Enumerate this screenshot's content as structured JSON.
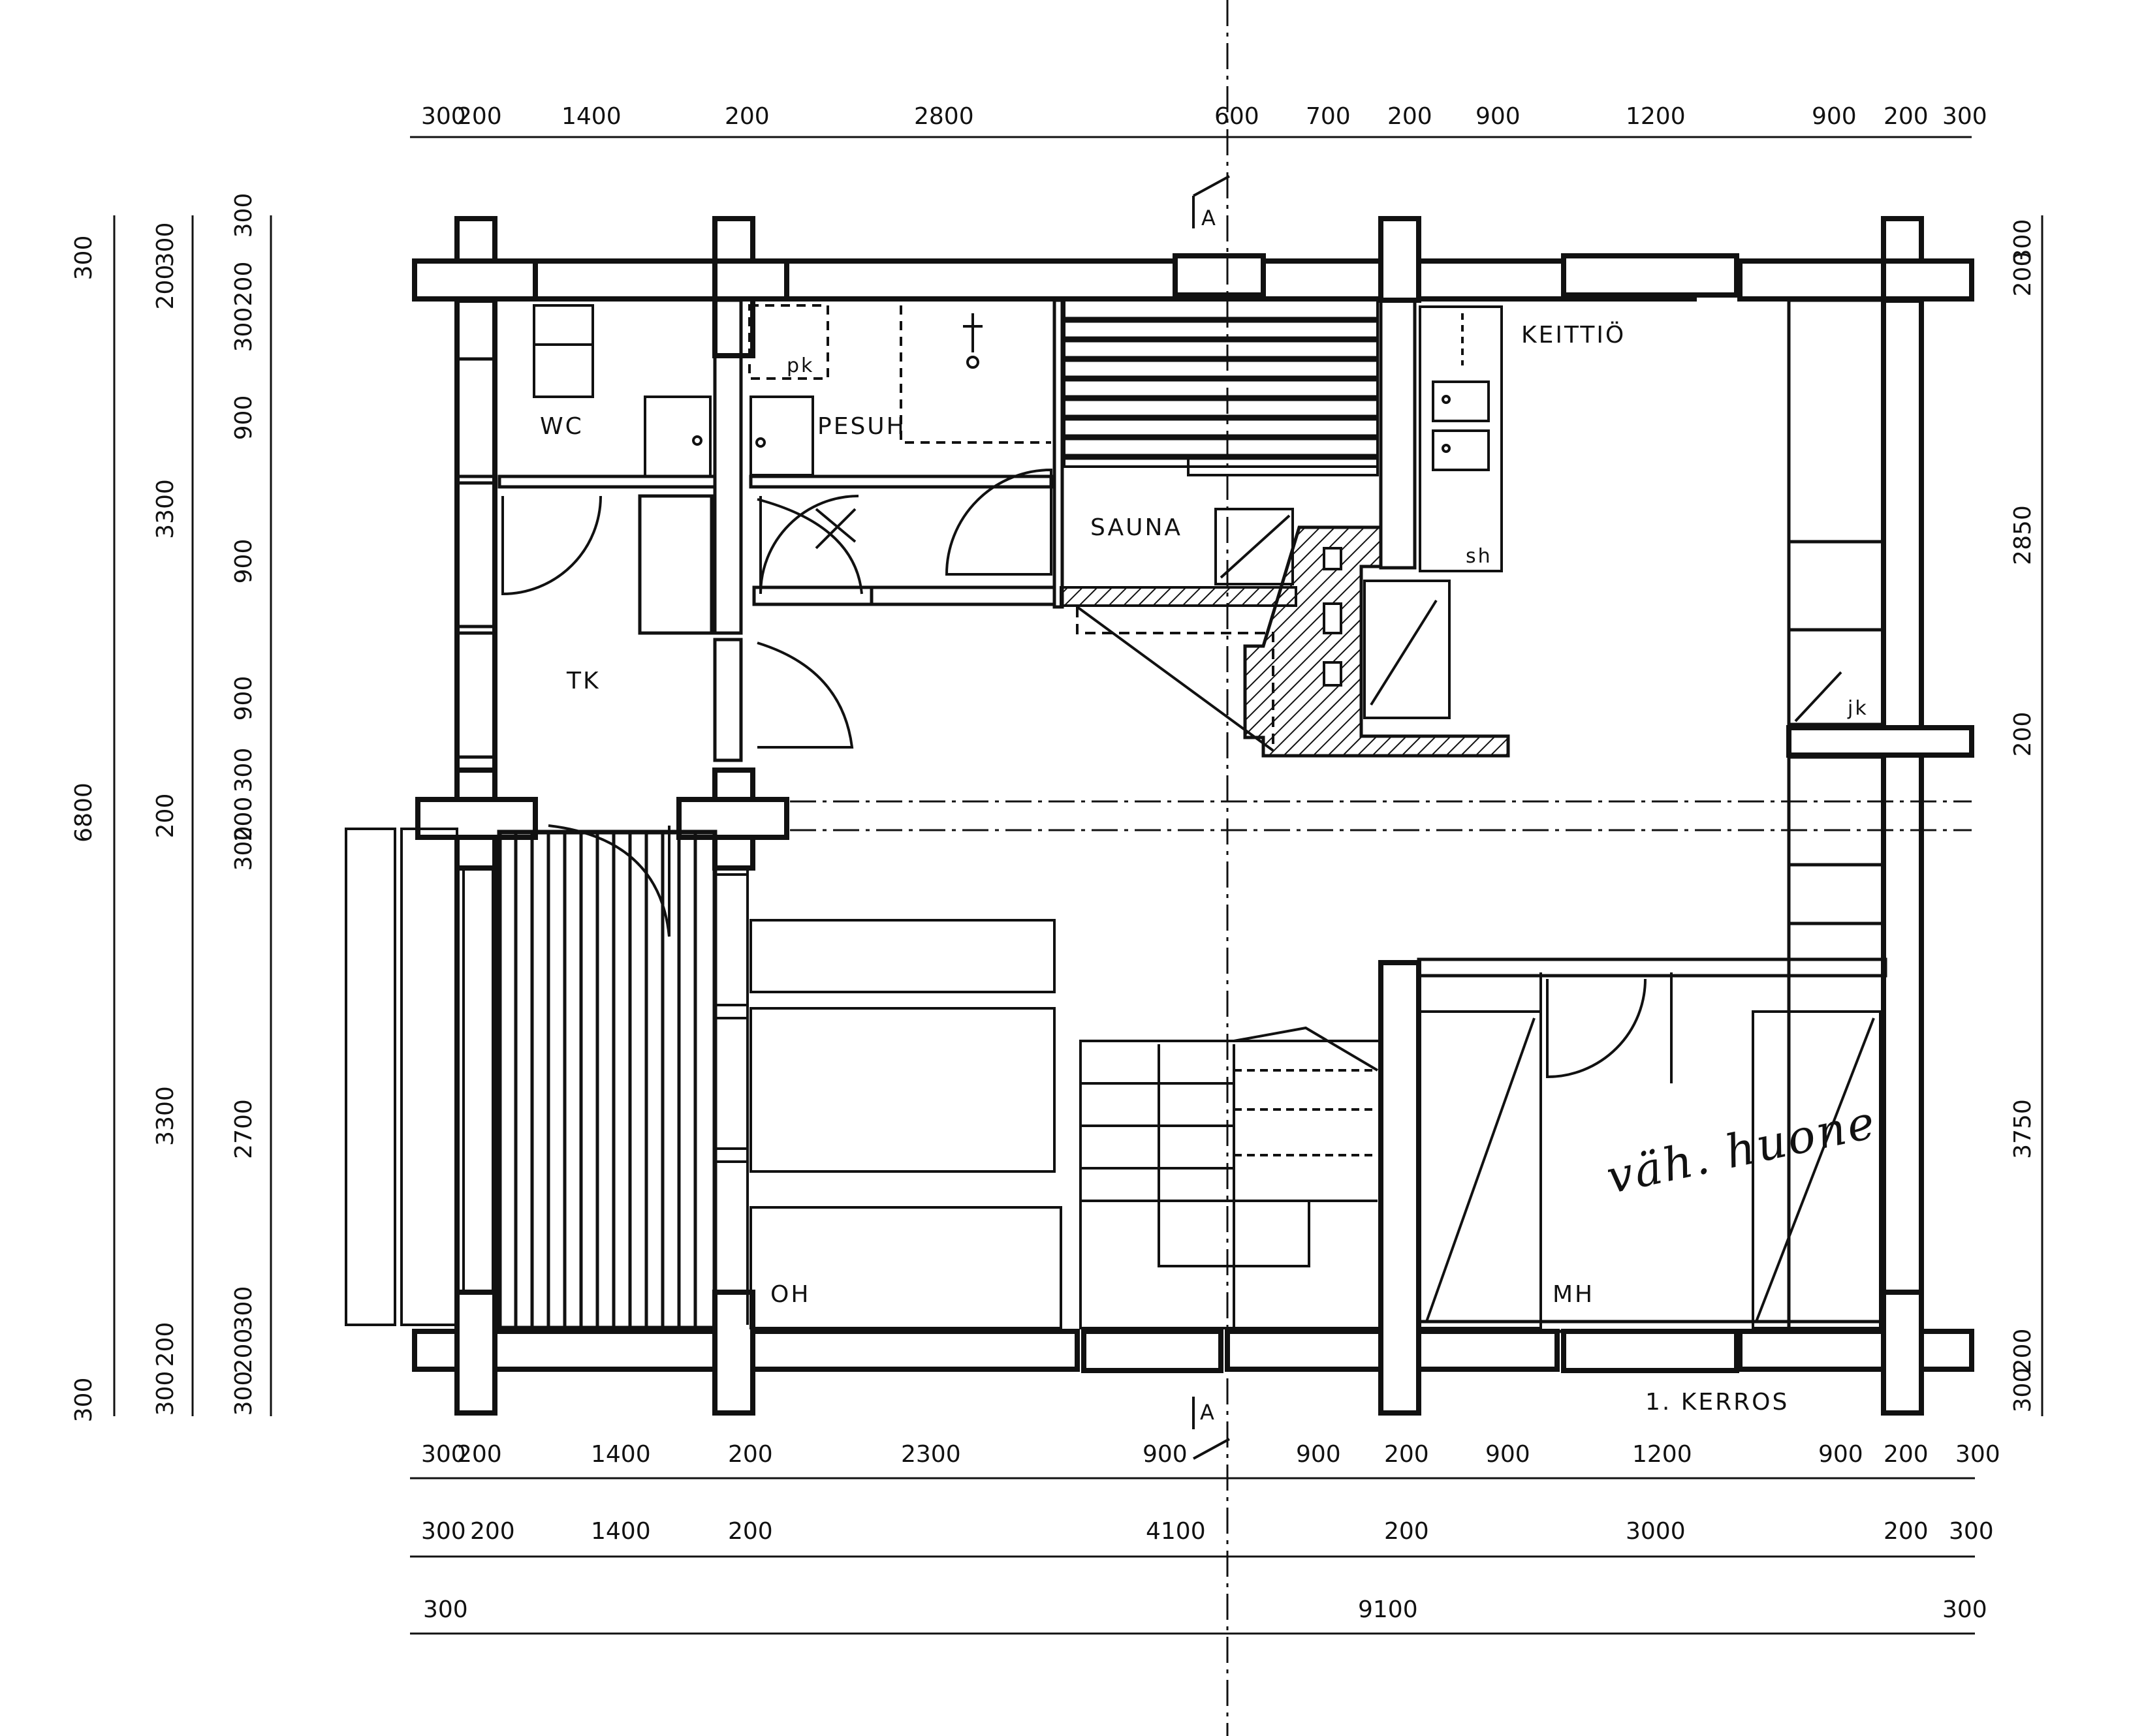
{
  "rooms": {
    "wc": "WC",
    "pesuh": "PESUH",
    "sauna": "SAUNA",
    "keittio": "KEITTIÖ",
    "tk": "TK",
    "oh": "OH",
    "mh": "MH",
    "pk": "pk",
    "sh": "sh",
    "jk": "jk"
  },
  "floor_label": "1. KERROS",
  "section_marks": {
    "top": "A",
    "bottom": "A"
  },
  "handwritten_note": "väh. huone",
  "dims": {
    "top": [
      "300",
      "200",
      "1400",
      "200",
      "2800",
      "600",
      "700",
      "200",
      "900",
      "1200",
      "900",
      "200",
      "300"
    ],
    "bottom1": [
      "300",
      "200",
      "1400",
      "200",
      "2300",
      "900",
      "900",
      "200",
      "900",
      "1200",
      "900",
      "200",
      "300"
    ],
    "bottom2": [
      "300",
      "200",
      "1400",
      "200",
      "4100",
      "200",
      "3000",
      "200",
      "300"
    ],
    "bottom3": [
      "300",
      "9100",
      "300"
    ],
    "left_outer": [
      "300",
      "6800",
      "300"
    ],
    "left_mid": [
      "300",
      "200",
      "3300",
      "200",
      "3300",
      "200",
      "300"
    ],
    "left_inner": [
      "300",
      "200",
      "300",
      "900",
      "900",
      "900",
      "300",
      "200",
      "300",
      "2700",
      "300",
      "200",
      "300"
    ],
    "right": [
      "300",
      "200",
      "2850",
      "200",
      "3750",
      "200",
      "300"
    ]
  }
}
